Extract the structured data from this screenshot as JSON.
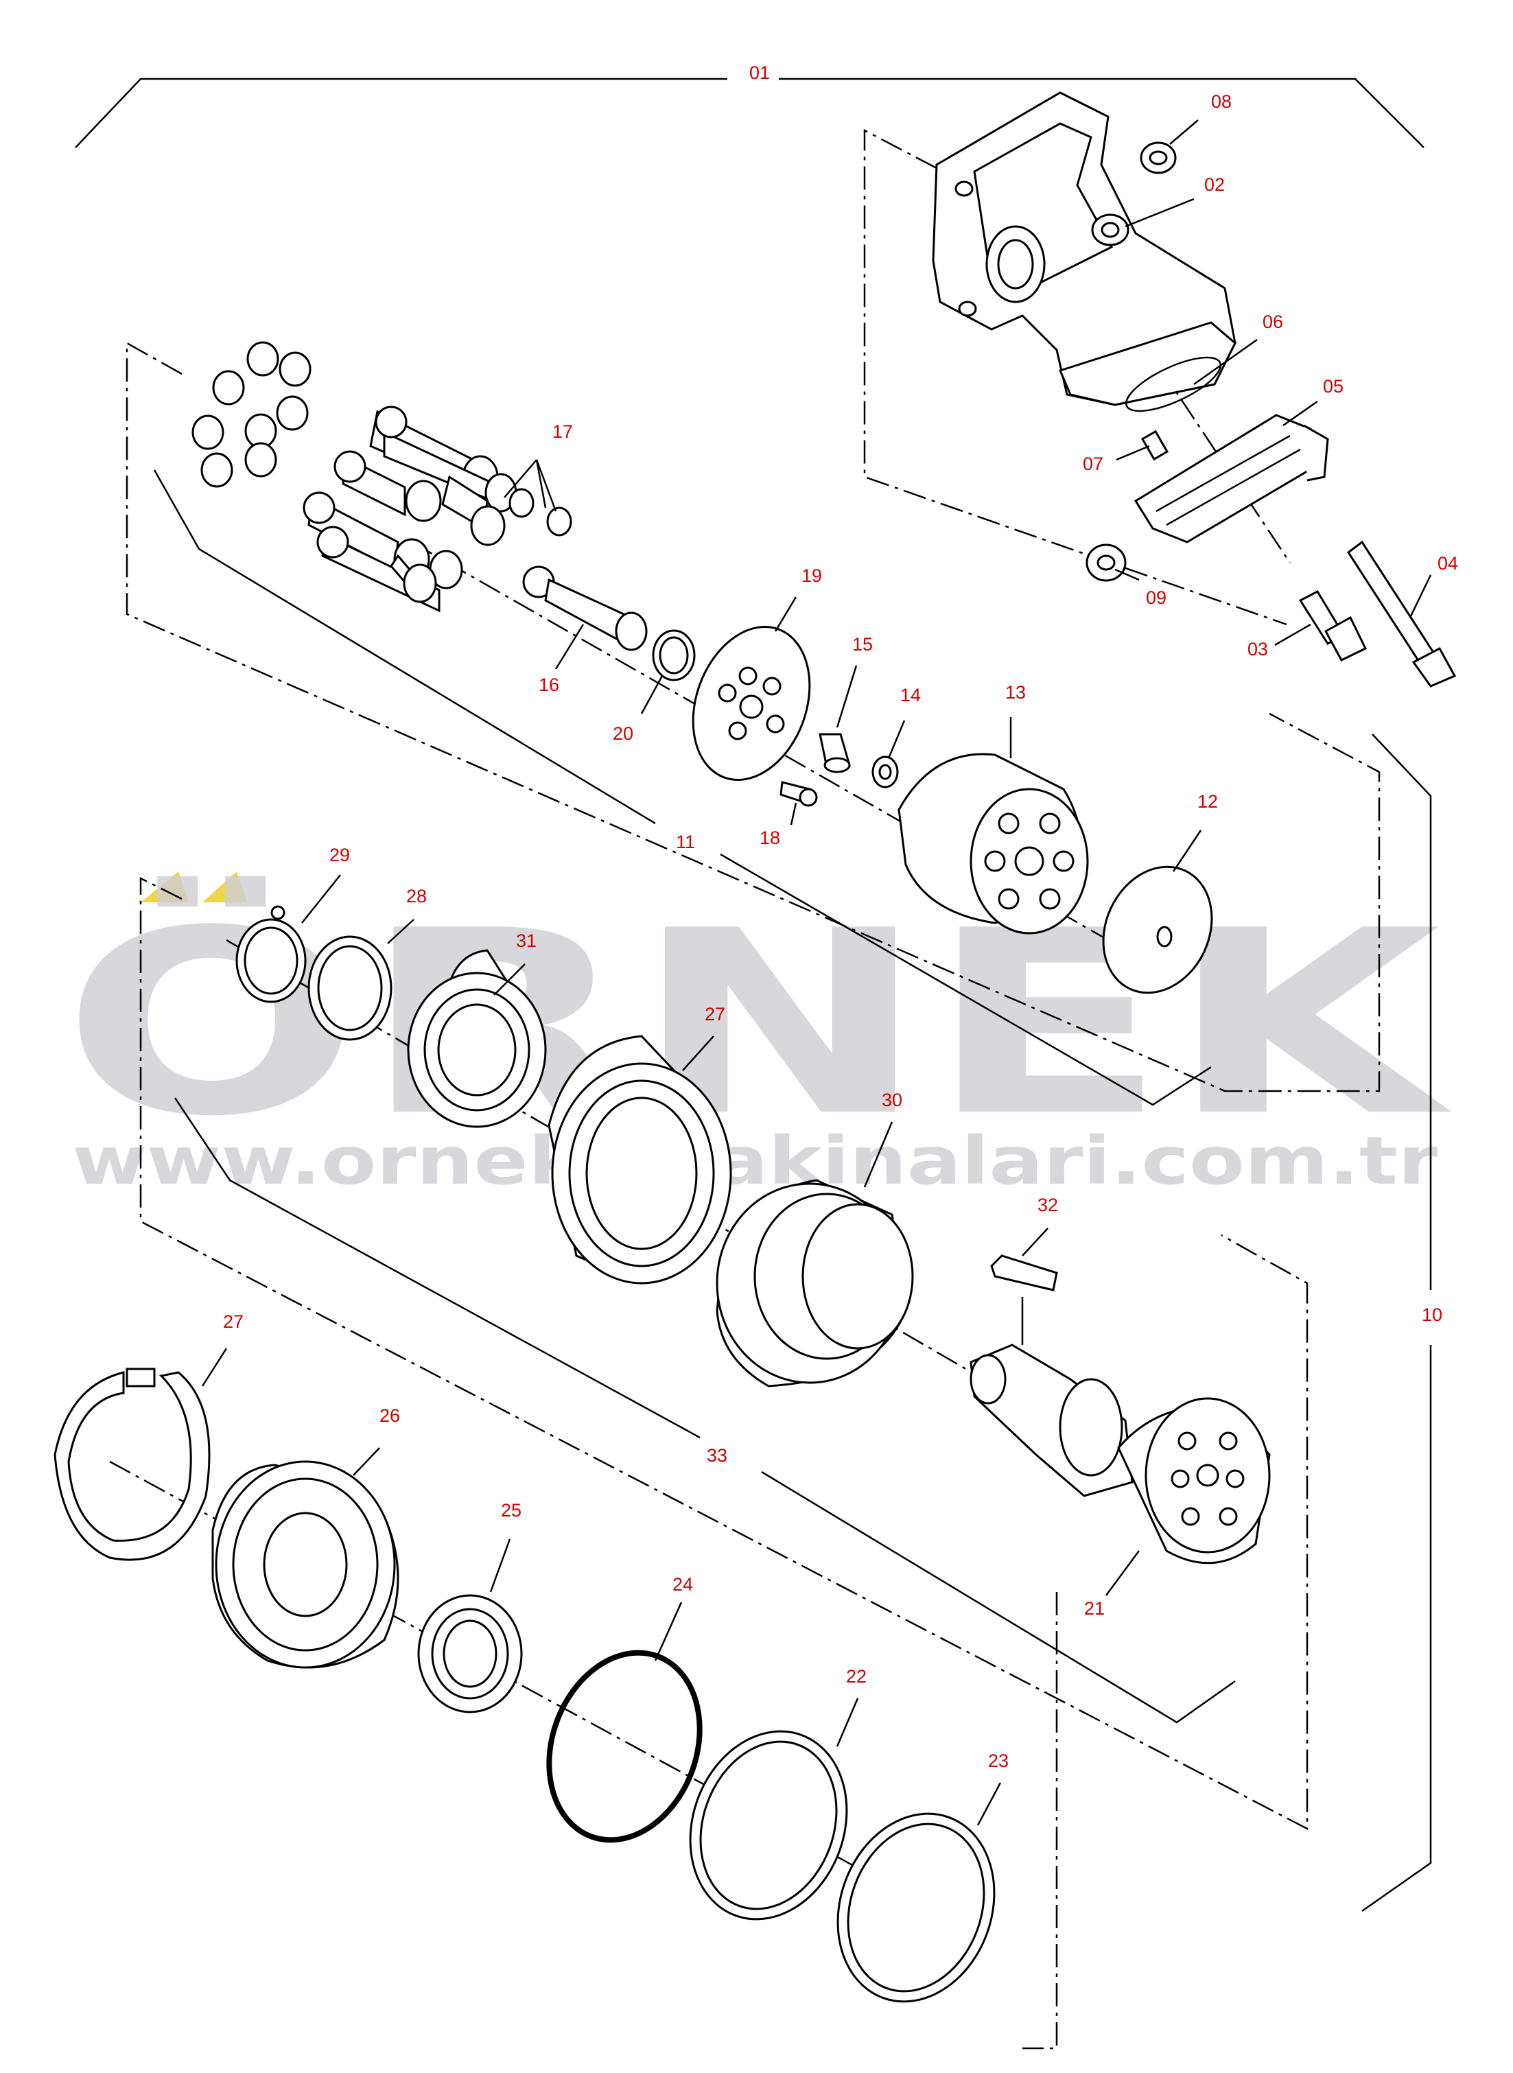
{
  "watermark": {
    "brand": "ÖRNEK",
    "url": "www.orneksmakinalari.com.tr",
    "color": "#cfcfd4",
    "accent_color": "#f2d34f"
  },
  "label_color": "#d40000",
  "callouts": {
    "c01": "01",
    "c02": "02",
    "c03": "03",
    "c04": "04",
    "c05": "05",
    "c06": "06",
    "c07": "07",
    "c08": "08",
    "c09": "09",
    "c10": "10",
    "c11": "11",
    "c12": "12",
    "c13": "13",
    "c14": "14",
    "c15": "15",
    "c16": "16",
    "c17": "17",
    "c18": "18",
    "c19": "19",
    "c20": "20",
    "c21": "21",
    "c22": "22",
    "c23": "23",
    "c24": "24",
    "c25": "25",
    "c26": "26",
    "c27a": "27",
    "c27b": "27",
    "c28": "28",
    "c29": "29",
    "c30": "30",
    "c31": "31",
    "c32": "32",
    "c33": "33"
  }
}
